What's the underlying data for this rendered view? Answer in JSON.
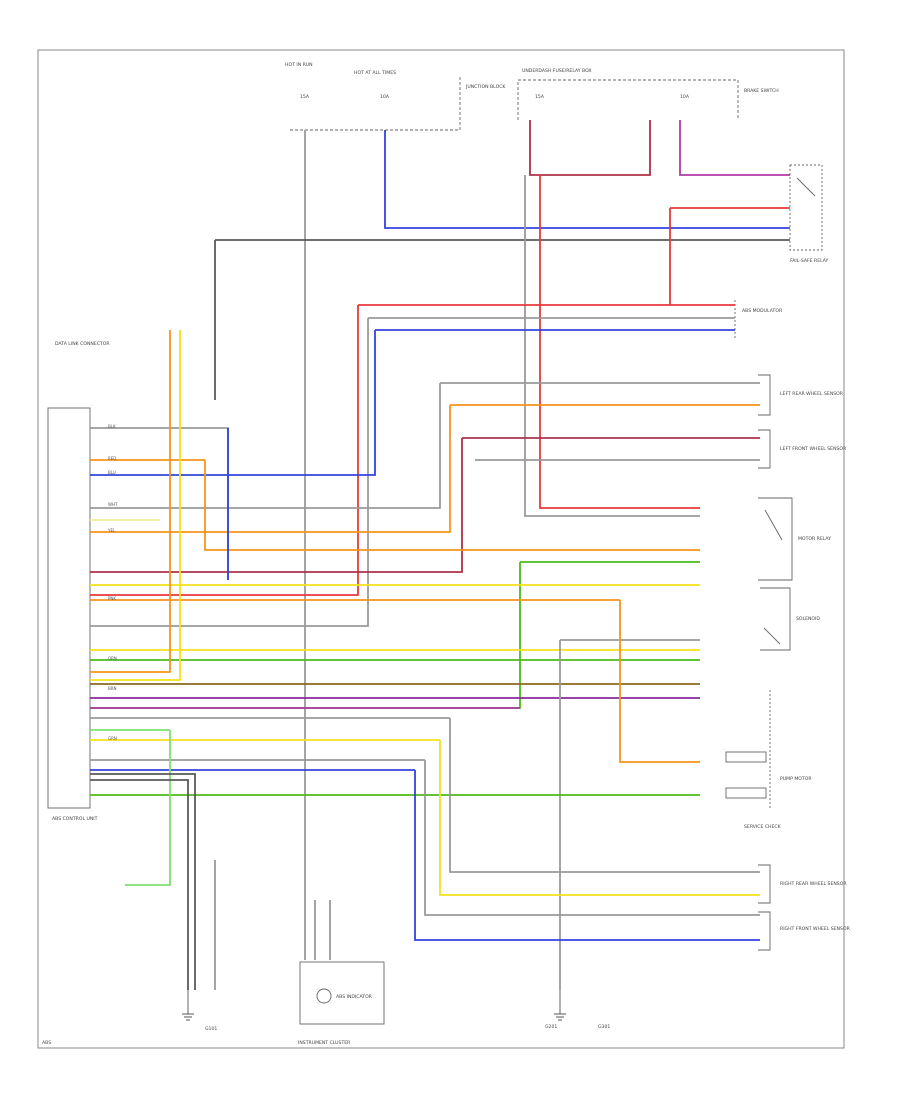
{
  "colors": {
    "red": "#e83a3a",
    "orange": "#f7941d",
    "yellow": "#f5e11a",
    "green": "#4cbb17",
    "blue": "#3344dd",
    "violet": "#8a2a9a",
    "purple": "#b03aa8",
    "brown": "#8b6a1e",
    "gray": "#9a9a9a",
    "dark": "#5a5a5a",
    "darkred": "#b0304a",
    "lightgreen": "#7fe070",
    "lightyellow": "#f2ee9a"
  },
  "labels": {
    "hot_run_start": "HOT IN RUN",
    "hot_at_all_times": "HOT AT ALL TIMES",
    "fuse_a": "15A",
    "fuse_b": "10A",
    "junction_block": "JUNCTION BLOCK",
    "underdash_fuse": "UNDERDASH FUSE/RELAY BOX",
    "fuse_c": "15A",
    "fuse_d": "10A",
    "brake_switch_note": "BRAKE SWITCH",
    "abs_modulator": "ABS MODULATOR",
    "abs_control_unit": "ABS CONTROL UNIT",
    "data_link": "DATA LINK CONNECTOR",
    "left_front_sensor": "LEFT FRONT WHEEL SENSOR",
    "left_rear_sensor": "LEFT REAR WHEEL SENSOR",
    "right_front_sensor": "RIGHT FRONT WHEEL SENSOR",
    "right_rear_sensor": "RIGHT REAR WHEEL SENSOR",
    "fail_safe_relay": "FAIL-SAFE RELAY",
    "motor_relay": "MOTOR RELAY",
    "solenoid": "SOLENOID",
    "service_check": "SERVICE CHECK",
    "pump_motor": "PUMP MOTOR",
    "ground_a": "G101",
    "ground_b": "G201",
    "ground_c": "G301",
    "instrument_cluster": "INSTRUMENT CLUSTER",
    "abs_indicator": "ABS INDICATOR",
    "page_ref": "ABS",
    "wire_blk": "BLK",
    "wire_wht": "WHT",
    "wire_red": "RED",
    "wire_yel": "YEL",
    "wire_grn": "GRN",
    "wire_blu": "BLU",
    "wire_org": "ORN",
    "wire_pnk": "PNK",
    "wire_brn": "BRN"
  }
}
